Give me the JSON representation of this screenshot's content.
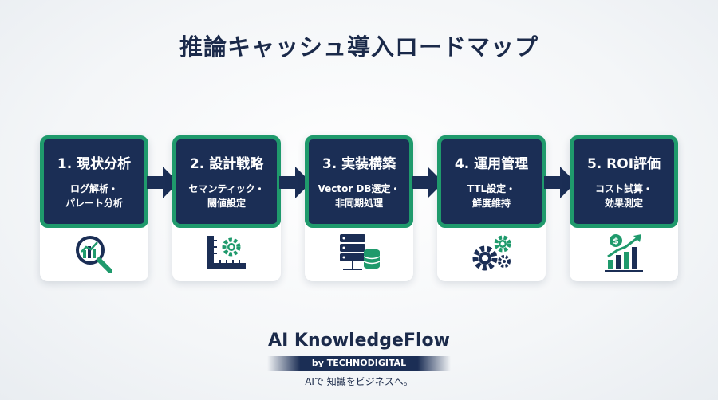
{
  "title": "推論キャッシュ導入ロードマップ",
  "steps": [
    {
      "title": "1. 現状分析",
      "desc_line1": "ログ解析・",
      "desc_line2": "パレート分析",
      "icon": "analysis-magnifier-icon"
    },
    {
      "title": "2. 設計戦略",
      "desc_line1": "セマンティック・",
      "desc_line2": "閾値設定",
      "icon": "ruler-gear-icon"
    },
    {
      "title": "3. 実装構築",
      "desc_line1": "Vector DB選定・",
      "desc_line2": "非同期処理",
      "icon": "server-database-icon"
    },
    {
      "title": "4. 運用管理",
      "desc_line1": "TTL設定・",
      "desc_line2": "鮮度維持",
      "icon": "gears-icon"
    },
    {
      "title": "5. ROI評価",
      "desc_line1": "コスト試算・",
      "desc_line2": "効果測定",
      "icon": "growth-chart-dollar-icon"
    }
  ],
  "brand": {
    "name": "AI KnowledgeFlow",
    "byline": "by TECHNODIGITAL",
    "tagline": "AIで 知識をビジネスへ。"
  },
  "colors": {
    "navy": "#1b2e55",
    "green": "#1f9a6c",
    "background": "#f4f6f8"
  }
}
